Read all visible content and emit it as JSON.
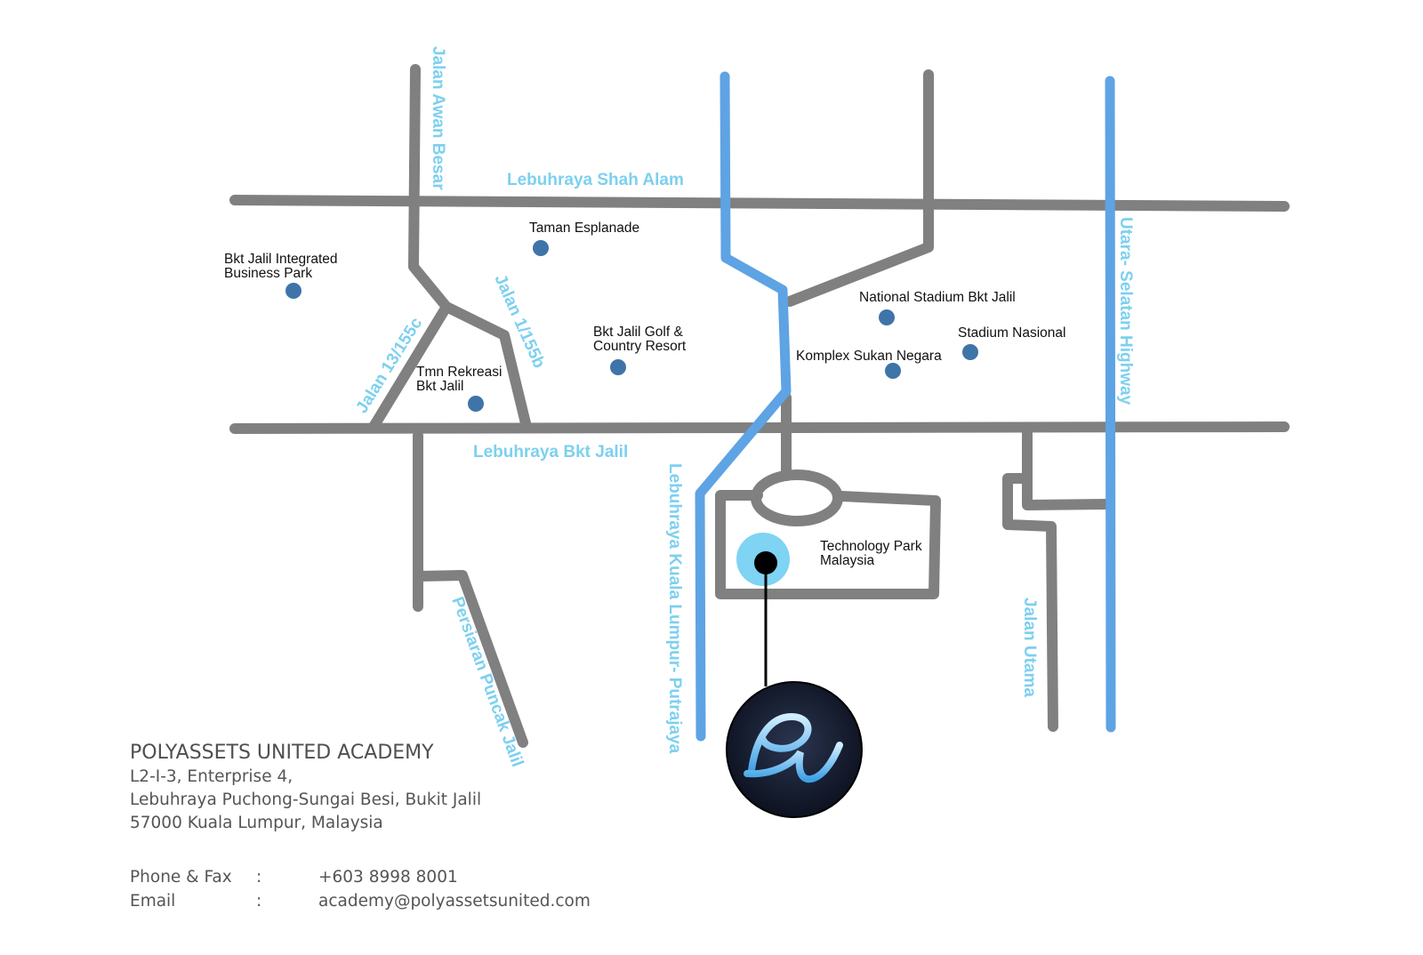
{
  "roads": {
    "jalan_awan_besar": "Jalan Awan Besar",
    "lebuhraya_shah_alam": "Lebuhraya Shah Alam",
    "jalan_13_155c": "Jalan 13/155c",
    "jalan_1_155b": "Jalan 1/155b",
    "lebuhraya_bkt_jalil": "Lebuhraya Bkt Jalil",
    "lebuhraya_kl_putrajaya": "Lebuhraya Kuala Lumpur- Putrajaya",
    "persiaran_puncak_jalil": "Persiaran Puncak Jalil",
    "jalan_utama": "Jalan Utama",
    "utara_selatan": "Utara- Selatan Highway"
  },
  "places": {
    "taman_esplanade": "Taman Esplanade",
    "bkt_jalil_business_1": "Bkt Jalil Integrated",
    "bkt_jalil_business_2": "Business Park",
    "national_stadium": "National Stadium Bkt Jalil",
    "stadium_nasional": "Stadium Nasional",
    "komplex_sukan": "Komplex Sukan Negara",
    "golf_1": "Bkt Jalil Golf &",
    "golf_2": "Country Resort",
    "tmn_rekreasi_1": "Tmn Rekreasi",
    "tmn_rekreasi_2": "Bkt Jalil",
    "tech_park_1": "Technology Park",
    "tech_park_2": "Malaysia"
  },
  "logo": {
    "icon": "pu-logo-icon",
    "text": "PU"
  },
  "address": {
    "org": "POLYASSETS UNITED ACADEMY",
    "line1": "L2-I-3, Enterprise 4,",
    "line2": "Lebuhraya Puchong-Sungai Besi, Bukit Jalil",
    "line3": "57000 Kuala Lumpur, Malaysia"
  },
  "contact": {
    "phone_label": "Phone & Fax",
    "phone_sep": ":",
    "phone_value": "+603 8998 8001",
    "email_label": "Email",
    "email_sep": ":",
    "email_value": "academy@polyassetsunited.com"
  },
  "colors": {
    "road": "#808080",
    "highway": "#5ea3e4",
    "road_label": "#7dd0ef",
    "poi_dot": "#3f74a9",
    "location_halo": "#7fd3f3"
  }
}
